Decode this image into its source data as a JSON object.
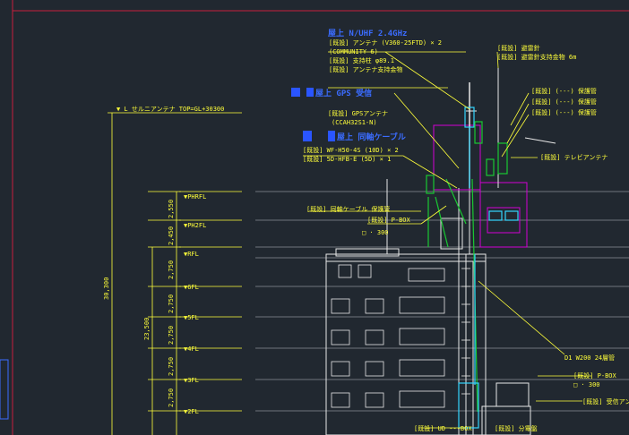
{
  "colors": {
    "background": "#212830",
    "yellow": "#ffff3a",
    "white": "#e8e8e8",
    "green": "#19c832",
    "cyan": "#33d6ff",
    "blue": "#3b6cff",
    "magenta": "#d400d4",
    "red": "#c81e3c",
    "grey": "#8a8f96"
  },
  "levels": {
    "antenna_top": "▼ L せルニアンテナ TOP=GL+30300",
    "floors": [
      "▼PHRFL",
      "▼PH2FL",
      "▼RFL",
      "▼6FL",
      "▼5FL",
      "▼4FL",
      "▼3FL",
      "▼2FL"
    ]
  },
  "dimensions": {
    "overall": "30,300",
    "sub": "23,500",
    "spans": [
      "2,550",
      "2,450",
      "2,750",
      "2,750",
      "2,750",
      "2,750",
      "2,750"
    ]
  },
  "annotations": {
    "blue_heading_1": "屋上 N/UHF 2.4GHz",
    "blue_heading_2": "屋上 GPS 受信",
    "blue_heading_3": "屋上 同軸ケーブル",
    "ant_line_1": "[既設] アンテナ (V360-25FTD) × 2",
    "ant_line_2": "(COMMUNITY 6)",
    "ant_line_3": "[既設]  支持柱  φ89.1",
    "ant_line_4": "[既設]  アンテナ支持金物",
    "gps_line_1": "[既設] GPSアンテナ",
    "gps_line_2": "(CCAH32S1-N)",
    "cable_line_1": "[既設] WF-H50-4S (10D) × 2",
    "cable_line_2": "[既設] 5D-HFB-E (5D) × 1",
    "pbox_top_1": "[既設] 同軸ケーブル 保護管",
    "pbox_top_2": "[既設] P-BOX",
    "pbox_top_3": "□ · 300",
    "right_1": "[既設] 避雷針",
    "right_2": "[既設] 避雷針支持金物 6m",
    "right_3": "[既設] (---) 保護管",
    "right_4": "[既設] (---) 保護管",
    "right_5": "[既設] (---) 保護管",
    "right_6": "[既設] テレビアンテナ",
    "duct": "D1 W200 24層管",
    "pbox_bottom_1": "[既設] P-BOX",
    "pbox_bottom_2": "□ · 300",
    "bottom_a": "[既設] UD ---BOX",
    "bottom_b": "[既設] 分電盤",
    "bottom_c": "[既設] 受信アンテナ"
  }
}
